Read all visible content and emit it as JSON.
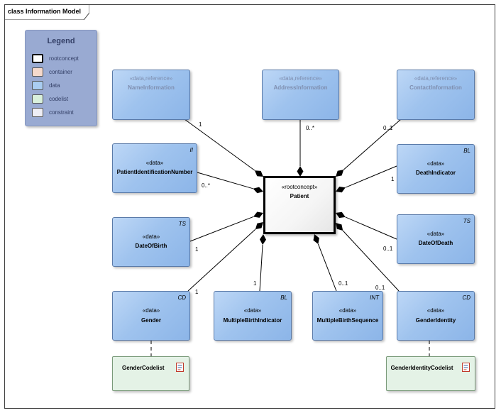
{
  "frame": {
    "title": "class Information Model"
  },
  "legend": {
    "title": "Legend",
    "items": [
      {
        "label": "rootconcept",
        "color": "#ffffff"
      },
      {
        "label": "container",
        "color": "#f5d9cc"
      },
      {
        "label": "data",
        "color": "#a9cdf2"
      },
      {
        "label": "codelist",
        "color": "#d9f0dc"
      },
      {
        "label": "constraint",
        "color": "#eeeef5"
      }
    ]
  },
  "root": {
    "stereotype": "«rootconcept»",
    "name": "Patient"
  },
  "classes": {
    "name_information": {
      "stereotype": "«data,reference»",
      "name": "NameInformation",
      "type": ""
    },
    "address_information": {
      "stereotype": "«data,reference»",
      "name": "AddressInformation",
      "type": ""
    },
    "contact_information": {
      "stereotype": "«data,reference»",
      "name": "ContactInformation",
      "type": ""
    },
    "patient_identification_number": {
      "stereotype": "«data»",
      "name": "PatientIdentificationNumber",
      "type": "II"
    },
    "death_indicator": {
      "stereotype": "«data»",
      "name": "DeathIndicator",
      "type": "BL"
    },
    "date_of_birth": {
      "stereotype": "«data»",
      "name": "DateOfBirth",
      "type": "TS"
    },
    "date_of_death": {
      "stereotype": "«data»",
      "name": "DateOfDeath",
      "type": "TS"
    },
    "gender": {
      "stereotype": "«data»",
      "name": "Gender",
      "type": "CD"
    },
    "multiple_birth_indicator": {
      "stereotype": "«data»",
      "name": "MultipleBirthIndicator",
      "type": "BL"
    },
    "multiple_birth_sequence": {
      "stereotype": "«data»",
      "name": "MultipleBirthSequence",
      "type": "INT"
    },
    "gender_identity": {
      "stereotype": "«data»",
      "name": "GenderIdentity",
      "type": "CD"
    }
  },
  "codelists": {
    "gender_codelist": {
      "name": "GenderCodelist"
    },
    "gender_identity_codelist": {
      "name": "GenderIdentityCodelist"
    }
  },
  "multiplicities": {
    "name_information": "1",
    "address_information": "0..*",
    "contact_information": "0..1",
    "patient_identification_number": "0..*",
    "death_indicator": "1",
    "date_of_birth": "1",
    "date_of_death": "0..1",
    "gender": "1",
    "multiple_birth_indicator": "1",
    "multiple_birth_sequence": "0..1",
    "gender_identity": "0..1"
  },
  "colors": {
    "data_fill": "#a9cdf2",
    "codelist_fill": "#e4f2e6",
    "legend_bg": "#99aad2",
    "reference_text": "#7f8fb0"
  }
}
